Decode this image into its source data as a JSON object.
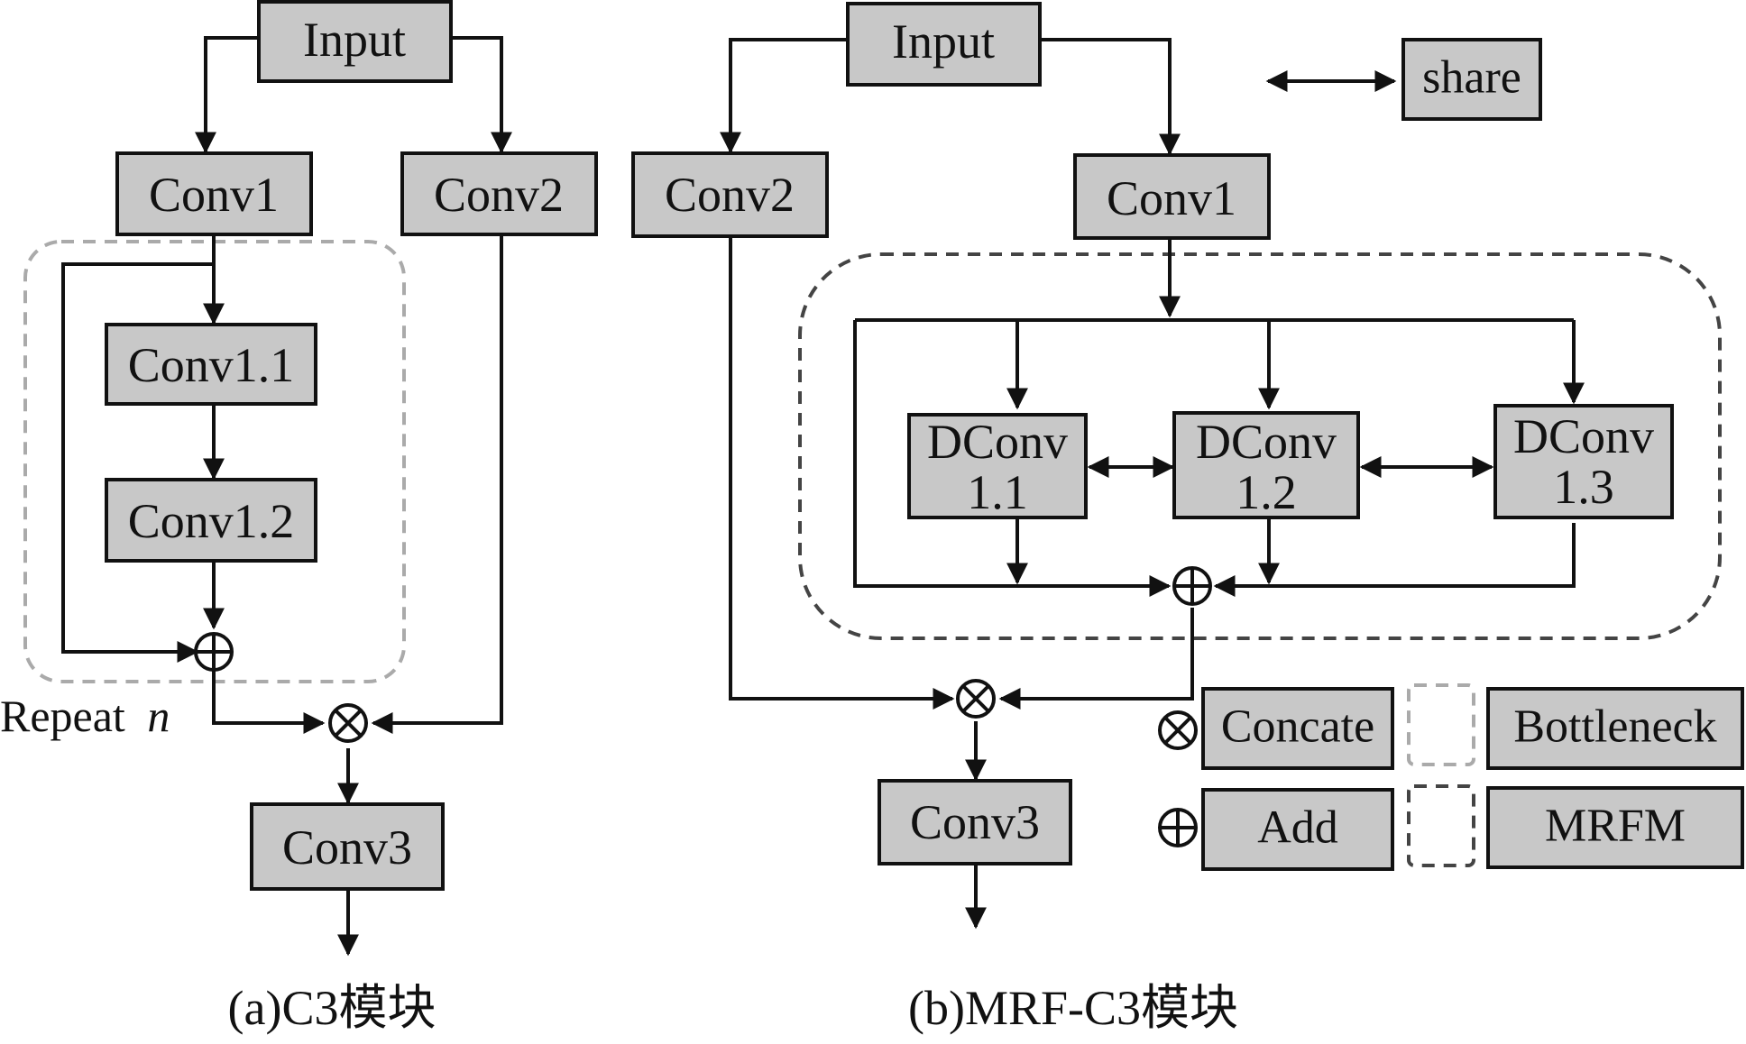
{
  "panel_a": {
    "input": "Input",
    "conv1": "Conv1",
    "conv2": "Conv2",
    "conv1_1": "Conv1.1",
    "conv1_2": "Conv1.2",
    "conv3": "Conv3",
    "repeat_text": "Repeat",
    "repeat_var": "n",
    "caption": "(a)C3模块"
  },
  "panel_b": {
    "input": "Input",
    "conv1": "Conv1",
    "conv2": "Conv2",
    "dconv1_1": [
      "DConv",
      "1.1"
    ],
    "dconv1_2": [
      "DConv",
      "1.2"
    ],
    "dconv1_3": [
      "DConv",
      "1.3"
    ],
    "conv3": "Conv3",
    "share": "share",
    "caption": "(b)MRF-C3模块"
  },
  "legend": {
    "concate": "Concate",
    "add": "Add",
    "bottleneck": "Bottleneck",
    "mrfm": "MRFM"
  },
  "colors": {
    "box_fill": "#c8c8c8",
    "stroke": "#111111",
    "bottleneck_dash": "#aaaaaa",
    "mrfm_dash": "#444444"
  }
}
